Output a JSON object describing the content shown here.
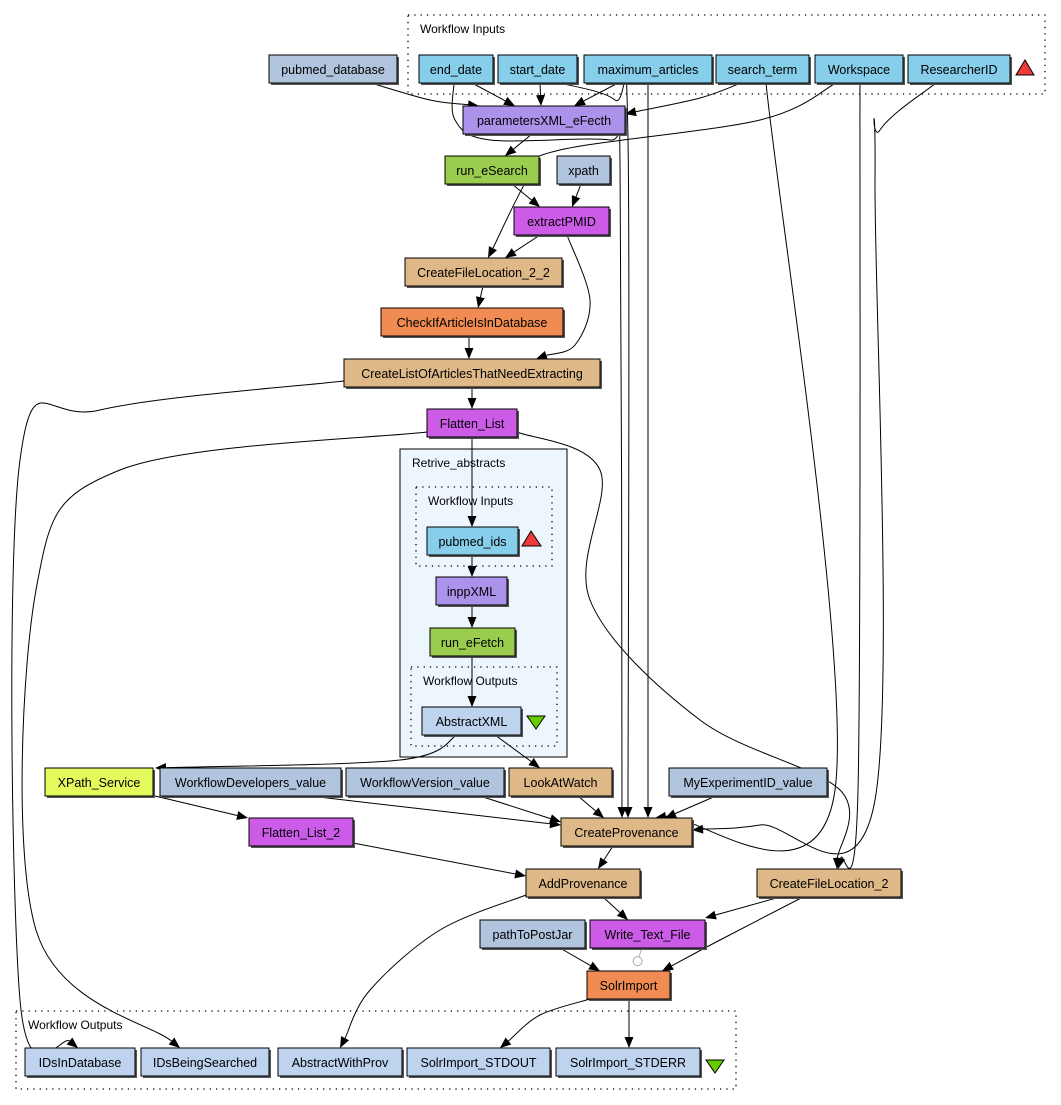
{
  "colors": {
    "input_port": "#87ceeb",
    "constant": "#b0c4de",
    "xml_splitter": "#ab92ea",
    "rest_service": "#9acd4f",
    "beanshell": "#deb887",
    "local_worker": "#cc5ce8",
    "tool": "#f08c53",
    "xpath": "#e3f95c",
    "output_port": "#bdd3ee",
    "input_marker": "#f03a3a",
    "output_marker": "#66cc00"
  },
  "clusters": [
    {
      "id": "wf_inputs",
      "label": "Workflow Inputs",
      "style": "dotted",
      "marker": "input"
    },
    {
      "id": "retrive",
      "label": "Retrive_abstracts",
      "style": "solid"
    },
    {
      "id": "sub_inputs",
      "label": "Workflow Inputs",
      "style": "dotted",
      "marker": "input"
    },
    {
      "id": "sub_outputs",
      "label": "Workflow Outputs",
      "style": "dotted",
      "marker": "output"
    },
    {
      "id": "wf_outputs",
      "label": "Workflow Outputs",
      "style": "dotted",
      "marker": "output"
    }
  ],
  "nodes": [
    {
      "id": "pubmed_database",
      "label": "pubmed_database",
      "kind": "constant"
    },
    {
      "id": "end_date",
      "label": "end_date",
      "kind": "input_port"
    },
    {
      "id": "start_date",
      "label": "start_date",
      "kind": "input_port"
    },
    {
      "id": "maximum_articles",
      "label": "maximum_articles",
      "kind": "input_port"
    },
    {
      "id": "search_term",
      "label": "search_term",
      "kind": "input_port"
    },
    {
      "id": "Workspace",
      "label": "Workspace",
      "kind": "input_port"
    },
    {
      "id": "ResearcherID",
      "label": "ResearcherID",
      "kind": "input_port"
    },
    {
      "id": "parametersXML_eFecth",
      "label": "parametersXML_eFecth",
      "kind": "xml_splitter"
    },
    {
      "id": "run_eSearch",
      "label": "run_eSearch",
      "kind": "rest_service"
    },
    {
      "id": "xpath",
      "label": "xpath",
      "kind": "constant"
    },
    {
      "id": "extractPMID",
      "label": "extractPMID",
      "kind": "local_worker"
    },
    {
      "id": "CreateFileLocation_2_2",
      "label": "CreateFileLocation_2_2",
      "kind": "beanshell"
    },
    {
      "id": "CheckIfArticleIsInDatabase",
      "label": "CheckIfArticleIsInDatabase",
      "kind": "tool"
    },
    {
      "id": "CreateListOfArticlesThatNeedExtracting",
      "label": "CreateListOfArticlesThatNeedExtracting",
      "kind": "beanshell"
    },
    {
      "id": "Flatten_List",
      "label": "Flatten_List",
      "kind": "local_worker"
    },
    {
      "id": "pubmed_ids",
      "label": "pubmed_ids",
      "kind": "input_port"
    },
    {
      "id": "inppXML",
      "label": "inppXML",
      "kind": "xml_splitter"
    },
    {
      "id": "run_eFetch",
      "label": "run_eFetch",
      "kind": "rest_service"
    },
    {
      "id": "AbstractXML",
      "label": "AbstractXML",
      "kind": "output_port"
    },
    {
      "id": "XPath_Service",
      "label": "XPath_Service",
      "kind": "xpath"
    },
    {
      "id": "WorkflowDevelopers_value",
      "label": "WorkflowDevelopers_value",
      "kind": "constant"
    },
    {
      "id": "WorkflowVersion_value",
      "label": "WorkflowVersion_value",
      "kind": "constant"
    },
    {
      "id": "LookAtWatch",
      "label": "LookAtWatch",
      "kind": "beanshell"
    },
    {
      "id": "MyExperimentID_value",
      "label": "MyExperimentID_value",
      "kind": "constant"
    },
    {
      "id": "CreateProvenance",
      "label": "CreateProvenance",
      "kind": "beanshell"
    },
    {
      "id": "Flatten_List_2",
      "label": "Flatten_List_2",
      "kind": "local_worker"
    },
    {
      "id": "AddProvenance",
      "label": "AddProvenance",
      "kind": "beanshell"
    },
    {
      "id": "CreateFileLocation_2",
      "label": "CreateFileLocation_2",
      "kind": "beanshell"
    },
    {
      "id": "pathToPostJar",
      "label": "pathToPostJar",
      "kind": "constant"
    },
    {
      "id": "Write_Text_File",
      "label": "Write_Text_File",
      "kind": "local_worker"
    },
    {
      "id": "SolrImport",
      "label": "SolrImport",
      "kind": "tool"
    },
    {
      "id": "IDsInDatabase",
      "label": "IDsInDatabase",
      "kind": "output_port"
    },
    {
      "id": "IDsBeingSearched",
      "label": "IDsBeingSearched",
      "kind": "output_port"
    },
    {
      "id": "AbstractWithProv",
      "label": "AbstractWithProv",
      "kind": "output_port"
    },
    {
      "id": "SolrImport_STDOUT",
      "label": "SolrImport_STDOUT",
      "kind": "output_port"
    },
    {
      "id": "SolrImport_STDERR",
      "label": "SolrImport_STDERR",
      "kind": "output_port"
    }
  ],
  "edges": [
    {
      "from": "pubmed_database",
      "to": "parametersXML_eFecth"
    },
    {
      "from": "end_date",
      "to": "parametersXML_eFecth"
    },
    {
      "from": "start_date",
      "to": "parametersXML_eFecth"
    },
    {
      "from": "maximum_articles",
      "to": "parametersXML_eFecth"
    },
    {
      "from": "search_term",
      "to": "parametersXML_eFecth"
    },
    {
      "from": "parametersXML_eFecth",
      "to": "run_eSearch"
    },
    {
      "from": "run_eSearch",
      "to": "extractPMID"
    },
    {
      "from": "xpath",
      "to": "extractPMID"
    },
    {
      "from": "extractPMID",
      "to": "CreateFileLocation_2_2"
    },
    {
      "from": "Workspace",
      "to": "CreateFileLocation_2_2"
    },
    {
      "from": "CreateFileLocation_2_2",
      "to": "CheckIfArticleIsInDatabase"
    },
    {
      "from": "CheckIfArticleIsInDatabase",
      "to": "CreateListOfArticlesThatNeedExtracting"
    },
    {
      "from": "extractPMID",
      "to": "CreateListOfArticlesThatNeedExtracting"
    },
    {
      "from": "CreateListOfArticlesThatNeedExtracting",
      "to": "Flatten_List"
    },
    {
      "from": "CreateListOfArticlesThatNeedExtracting",
      "to": "IDsInDatabase"
    },
    {
      "from": "Flatten_List",
      "to": "pubmed_ids"
    },
    {
      "from": "Flatten_List",
      "to": "IDsBeingSearched"
    },
    {
      "from": "Flatten_List",
      "to": "CreateFileLocation_2"
    },
    {
      "from": "pubmed_ids",
      "to": "inppXML"
    },
    {
      "from": "inppXML",
      "to": "run_eFetch"
    },
    {
      "from": "run_eFetch",
      "to": "AbstractXML"
    },
    {
      "from": "AbstractXML",
      "to": "XPath_Service"
    },
    {
      "from": "AbstractXML",
      "to": "LookAtWatch"
    },
    {
      "from": "XPath_Service",
      "to": "Flatten_List_2"
    },
    {
      "from": "Flatten_List_2",
      "to": "AddProvenance"
    },
    {
      "from": "WorkflowDevelopers_value",
      "to": "CreateProvenance"
    },
    {
      "from": "WorkflowVersion_value",
      "to": "CreateProvenance"
    },
    {
      "from": "LookAtWatch",
      "to": "CreateProvenance"
    },
    {
      "from": "MyExperimentID_value",
      "to": "CreateProvenance"
    },
    {
      "from": "end_date",
      "to": "CreateProvenance"
    },
    {
      "from": "start_date",
      "to": "CreateProvenance"
    },
    {
      "from": "maximum_articles",
      "to": "CreateProvenance"
    },
    {
      "from": "search_term",
      "to": "CreateProvenance"
    },
    {
      "from": "ResearcherID",
      "to": "CreateProvenance"
    },
    {
      "from": "Workspace",
      "to": "CreateFileLocation_2"
    },
    {
      "from": "CreateProvenance",
      "to": "AddProvenance"
    },
    {
      "from": "AddProvenance",
      "to": "Write_Text_File"
    },
    {
      "from": "AddProvenance",
      "to": "AbstractWithProv"
    },
    {
      "from": "CreateFileLocation_2",
      "to": "Write_Text_File"
    },
    {
      "from": "CreateFileLocation_2",
      "to": "SolrImport"
    },
    {
      "from": "pathToPostJar",
      "to": "SolrImport"
    },
    {
      "from": "Write_Text_File",
      "to": "SolrImport",
      "control": true
    },
    {
      "from": "SolrImport",
      "to": "SolrImport_STDOUT"
    },
    {
      "from": "SolrImport",
      "to": "SolrImport_STDERR"
    }
  ]
}
